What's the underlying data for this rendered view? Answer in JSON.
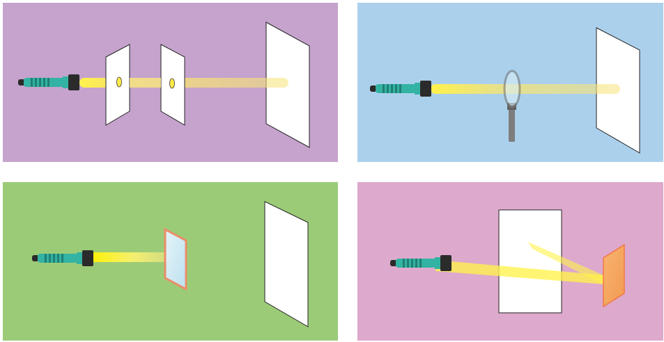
{
  "panels": [
    {
      "id": "pinhole-cards-experiment",
      "background": "#c5a3cd",
      "objects": [
        "flashlight",
        "card-with-hole",
        "card-with-hole",
        "white-screen"
      ]
    },
    {
      "id": "magnifying-lens-experiment",
      "background": "#abd0ec",
      "objects": [
        "flashlight",
        "magnifying-glass",
        "white-screen"
      ]
    },
    {
      "id": "glass-pane-experiment",
      "background": "#9ccb78",
      "objects": [
        "flashlight",
        "glass-pane",
        "white-screen"
      ]
    },
    {
      "id": "mirror-reflection-experiment",
      "background": "#dda9cc",
      "objects": [
        "flashlight",
        "white-screen",
        "mirror"
      ]
    }
  ],
  "colors": {
    "flashlight_body": "#33b3a3",
    "flashlight_head": "#2b2b2b",
    "light_beam": "#ffe94a",
    "screen": "#ffffff",
    "glass_frame": "#f08a6a",
    "mirror": "#f6a55f",
    "lens_frame": "#7d7d7d"
  }
}
